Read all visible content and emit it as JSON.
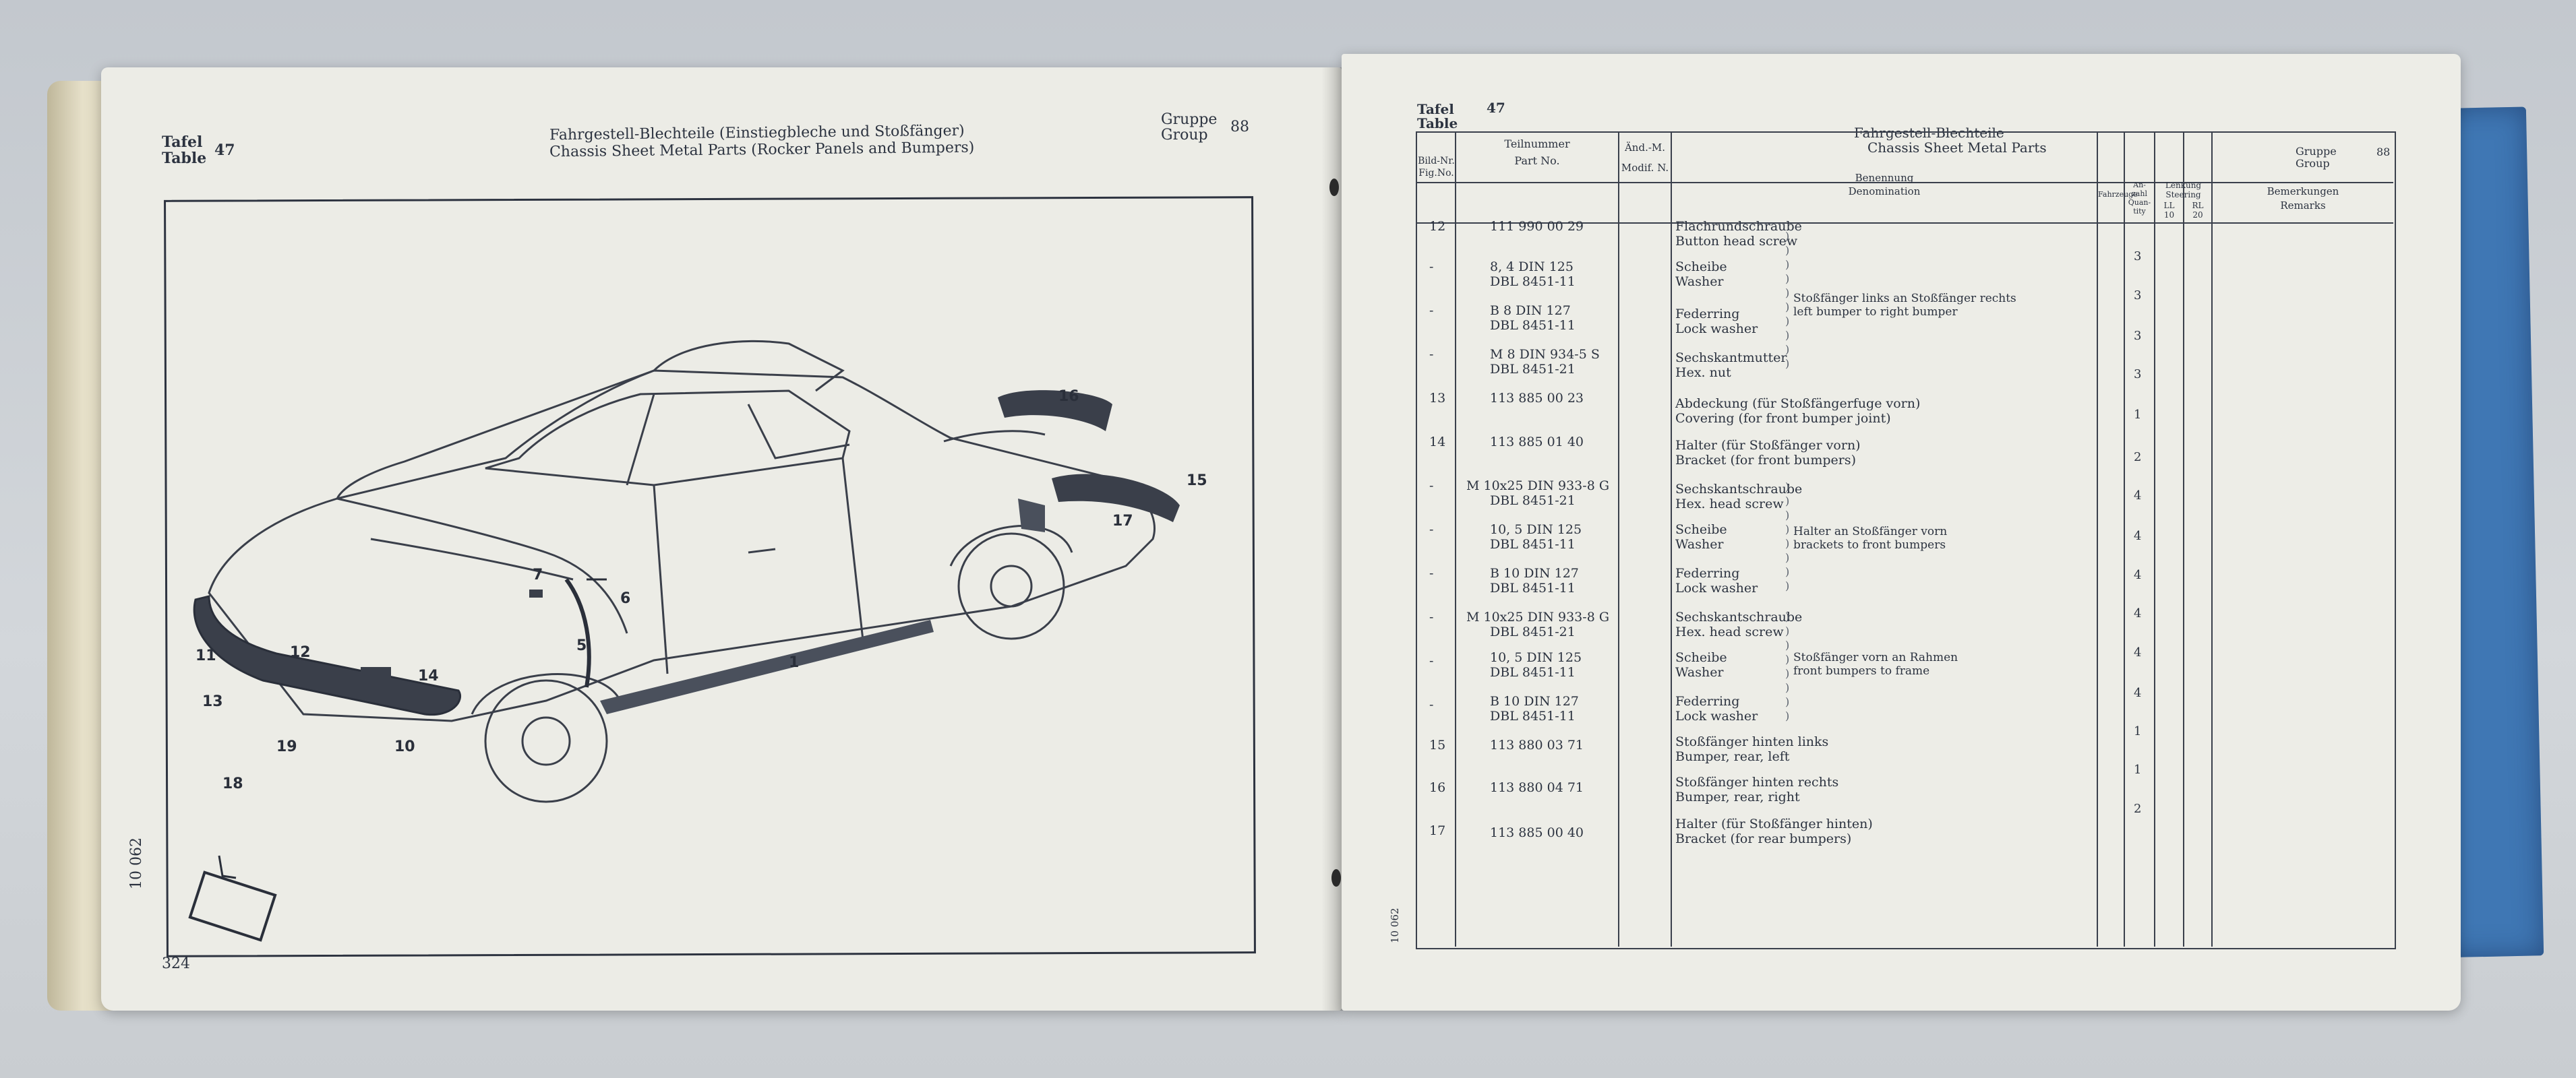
{
  "left_page": {
    "table_label_de": "Tafel",
    "table_label_en": "Table",
    "table_number": "47",
    "title_de": "Fahrgestell-Blechteile (Einstiegbleche und Stoßfänger)",
    "title_en": "Chassis Sheet Metal Parts  (Rocker Panels and Bumpers)",
    "group_label_de": "Gruppe",
    "group_label_en": "Group",
    "group_number": "88",
    "side_code": "10 062",
    "page_number": "324",
    "callouts": [
      "1",
      "5",
      "6",
      "7",
      "10",
      "11",
      "12",
      "13",
      "14",
      "15",
      "16",
      "17",
      "18",
      "19"
    ]
  },
  "right_page": {
    "table_label_de": "Tafel",
    "table_label_en": "Table",
    "table_number": "47",
    "title_de": "Fahrgestell-Blechteile",
    "title_en": "Chassis Sheet Metal Parts",
    "group_label_de": "Gruppe",
    "group_label_en": "Group",
    "group_number": "88",
    "side_code": "10 062",
    "headers": {
      "fig": "Bild-Nr.\nFig.No.",
      "part_de": "Teilnummer",
      "part_en": "Part No.",
      "modif_de": "Änd.-M.",
      "modif_en": "Modif. N.",
      "desc_de": "Benennung",
      "desc_en": "Denomination",
      "fahrzeug": "Fahrzeuge",
      "qty": "An-\nzahl\nQuan-\ntity",
      "steering": "Lenkung\nSteering",
      "ll": "LL\n10",
      "rl": "RL\n20",
      "remarks_de": "Bemerkungen",
      "remarks_en": "Remarks"
    },
    "rows": [
      {
        "fig": "12",
        "part": "111 990 00 29",
        "desc_de": "Flachrundschraube",
        "desc_en": "Button head screw",
        "qty": ""
      },
      {
        "fig": "-",
        "part": "8, 4 DIN 125",
        "part2": "DBL 8451-11",
        "desc_de": "Scheibe",
        "desc_en": "Washer",
        "qty": "3"
      },
      {
        "fig": "-",
        "part": "B 8 DIN 127",
        "part2": "DBL 8451-11",
        "desc_de": "Federring",
        "desc_en": "Lock washer",
        "qty": "3"
      },
      {
        "fig": "-",
        "part": "M 8 DIN 934-5 S",
        "part2": "DBL 8451-21",
        "desc_de": "Sechskantmutter",
        "desc_en": "Hex. nut",
        "qty": "3"
      },
      {
        "fig": "13",
        "part": "113 885 00 23",
        "desc_de": "Abdeckung (für Stoßfängerfuge vorn)",
        "desc_en": "Covering (for front bumper joint)",
        "qty": "3"
      },
      {
        "fig": "14",
        "part": "113 885 01 40",
        "desc_de": "Halter (für Stoßfänger vorn)",
        "desc_en": "Bracket (for front bumpers)",
        "qty": "1"
      },
      {
        "fig": "-",
        "part": "M 10x25 DIN 933-8 G",
        "part2": "DBL 8451-21",
        "desc_de": "Sechskantschraube",
        "desc_en": "Hex. head screw",
        "qty": "2"
      },
      {
        "fig": "-",
        "part": "10, 5 DIN 125",
        "part2": "DBL 8451-11",
        "desc_de": "Scheibe",
        "desc_en": "Washer",
        "qty": "4"
      },
      {
        "fig": "-",
        "part": "B 10 DIN 127",
        "part2": "DBL 8451-11",
        "desc_de": "Federring",
        "desc_en": "Lock washer",
        "qty": "4"
      },
      {
        "fig": "-",
        "part": "M 10x25 DIN 933-8 G",
        "part2": "DBL 8451-21",
        "desc_de": "Sechskantschraube",
        "desc_en": "Hex. head screw",
        "qty": "4"
      },
      {
        "fig": "-",
        "part": "10, 5 DIN 125",
        "part2": "DBL 8451-11",
        "desc_de": "Scheibe",
        "desc_en": "Washer",
        "qty": "4"
      },
      {
        "fig": "-",
        "part": "B 10 DIN 127",
        "part2": "DBL 8451-11",
        "desc_de": "Federring",
        "desc_en": "Lock washer",
        "qty": "4"
      },
      {
        "fig": "15",
        "part": "113 880 03 71",
        "desc_de": "Stoßfänger hinten links",
        "desc_en": "Bumper, rear, left",
        "qty": "4"
      },
      {
        "fig": "16",
        "part": "113 880 04 71",
        "desc_de": "Stoßfänger hinten rechts",
        "desc_en": "Bumper, rear, right",
        "qty": "1"
      },
      {
        "fig": "17",
        "part": "113 885 00 40",
        "desc_de": "Halter (für Stoßfänger hinten)",
        "desc_en": "Bracket (for rear bumpers)",
        "qty": "1"
      }
    ],
    "extra_qty": "2",
    "remark1_de": "Stoßfänger links an Stoßfänger rechts",
    "remark1_en": "left bumper to right bumper",
    "remark2_de": "Halter an Stoßfänger vorn",
    "remark2_en": "brackets to front bumpers",
    "remark3_de": "Stoßfänger vorn an Rahmen",
    "remark3_en": "front bumpers to frame"
  }
}
